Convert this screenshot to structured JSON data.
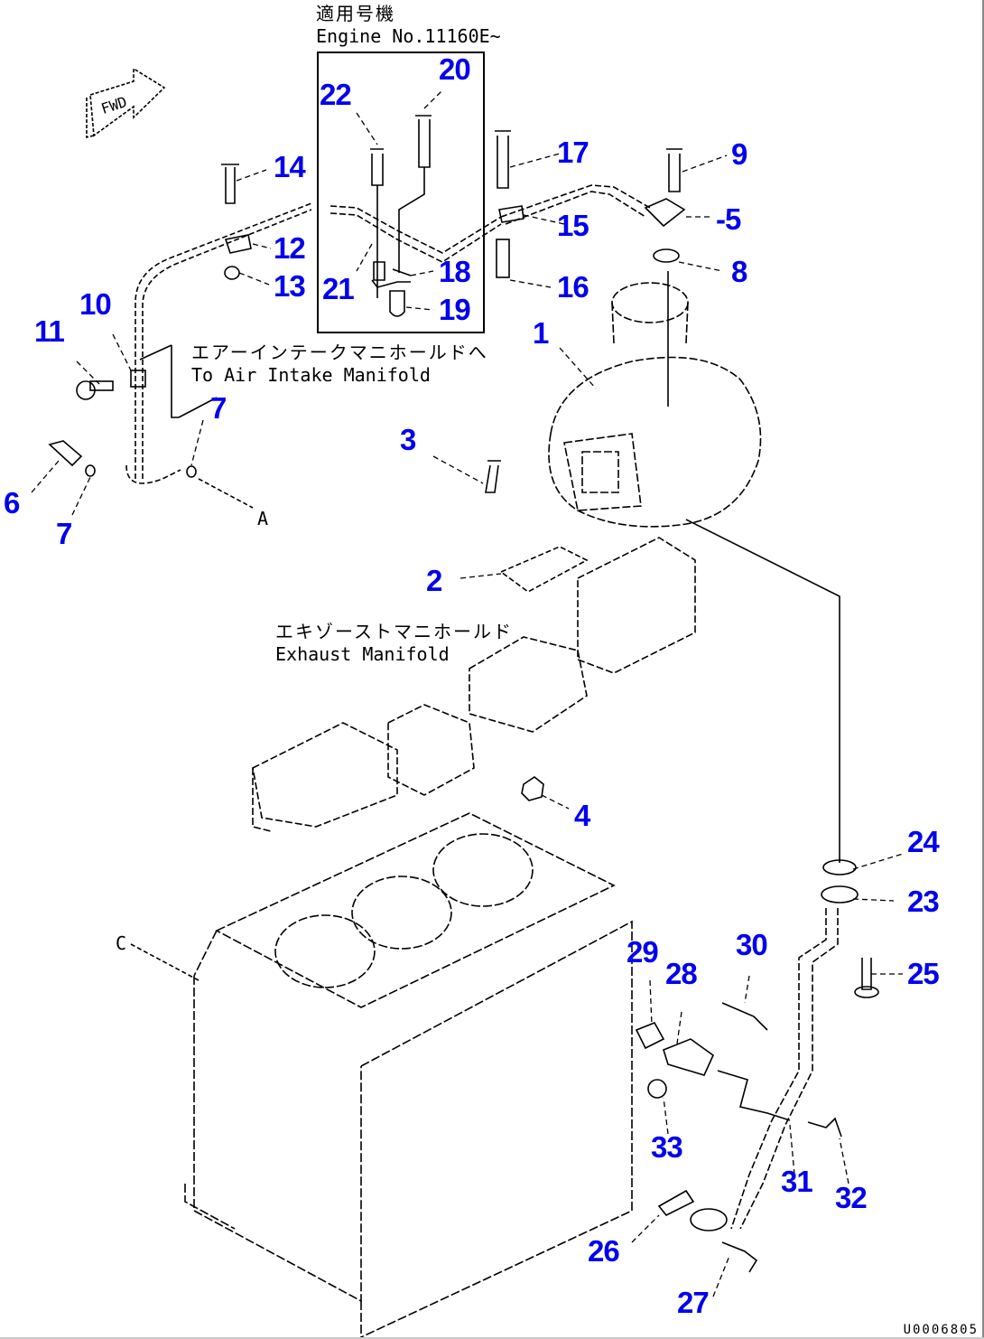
{
  "diagram": {
    "label_color": "#0000ee",
    "line_color": "#000000",
    "applicable_note": {
      "jp": "適用号機",
      "en": "Engine No.11160E~"
    },
    "fwd_arrow_label": "FWD",
    "air_intake_note": {
      "jp": "エアーインテークマニホールドへ",
      "en": "To Air Intake Manifold"
    },
    "exhaust_manifold_note": {
      "jp": "エキゾーストマニホールド",
      "en": "Exhaust Manifold"
    },
    "reference_markers": [
      "A",
      "C"
    ],
    "drawing_code": "U0006805",
    "callouts": [
      {
        "id": "c1",
        "number": "1"
      },
      {
        "id": "c2",
        "number": "2"
      },
      {
        "id": "c3",
        "number": "3"
      },
      {
        "id": "c4",
        "number": "4"
      },
      {
        "id": "c5",
        "number": "-5"
      },
      {
        "id": "c6",
        "number": "6"
      },
      {
        "id": "c7a",
        "number": "7"
      },
      {
        "id": "c7b",
        "number": "7"
      },
      {
        "id": "c8",
        "number": "8"
      },
      {
        "id": "c9",
        "number": "9"
      },
      {
        "id": "c10",
        "number": "10"
      },
      {
        "id": "c11",
        "number": "11"
      },
      {
        "id": "c12",
        "number": "12"
      },
      {
        "id": "c13",
        "number": "13"
      },
      {
        "id": "c14",
        "number": "14"
      },
      {
        "id": "c15",
        "number": "15"
      },
      {
        "id": "c16",
        "number": "16"
      },
      {
        "id": "c17",
        "number": "17"
      },
      {
        "id": "c18",
        "number": "18"
      },
      {
        "id": "c19",
        "number": "19"
      },
      {
        "id": "c20",
        "number": "20"
      },
      {
        "id": "c21",
        "number": "21"
      },
      {
        "id": "c22",
        "number": "22"
      },
      {
        "id": "c23",
        "number": "23"
      },
      {
        "id": "c24",
        "number": "24"
      },
      {
        "id": "c25",
        "number": "25"
      },
      {
        "id": "c26",
        "number": "26"
      },
      {
        "id": "c27",
        "number": "27"
      },
      {
        "id": "c28",
        "number": "28"
      },
      {
        "id": "c29",
        "number": "29"
      },
      {
        "id": "c30",
        "number": "30"
      },
      {
        "id": "c31",
        "number": "31"
      },
      {
        "id": "c32",
        "number": "32"
      },
      {
        "id": "c33",
        "number": "33"
      }
    ]
  }
}
